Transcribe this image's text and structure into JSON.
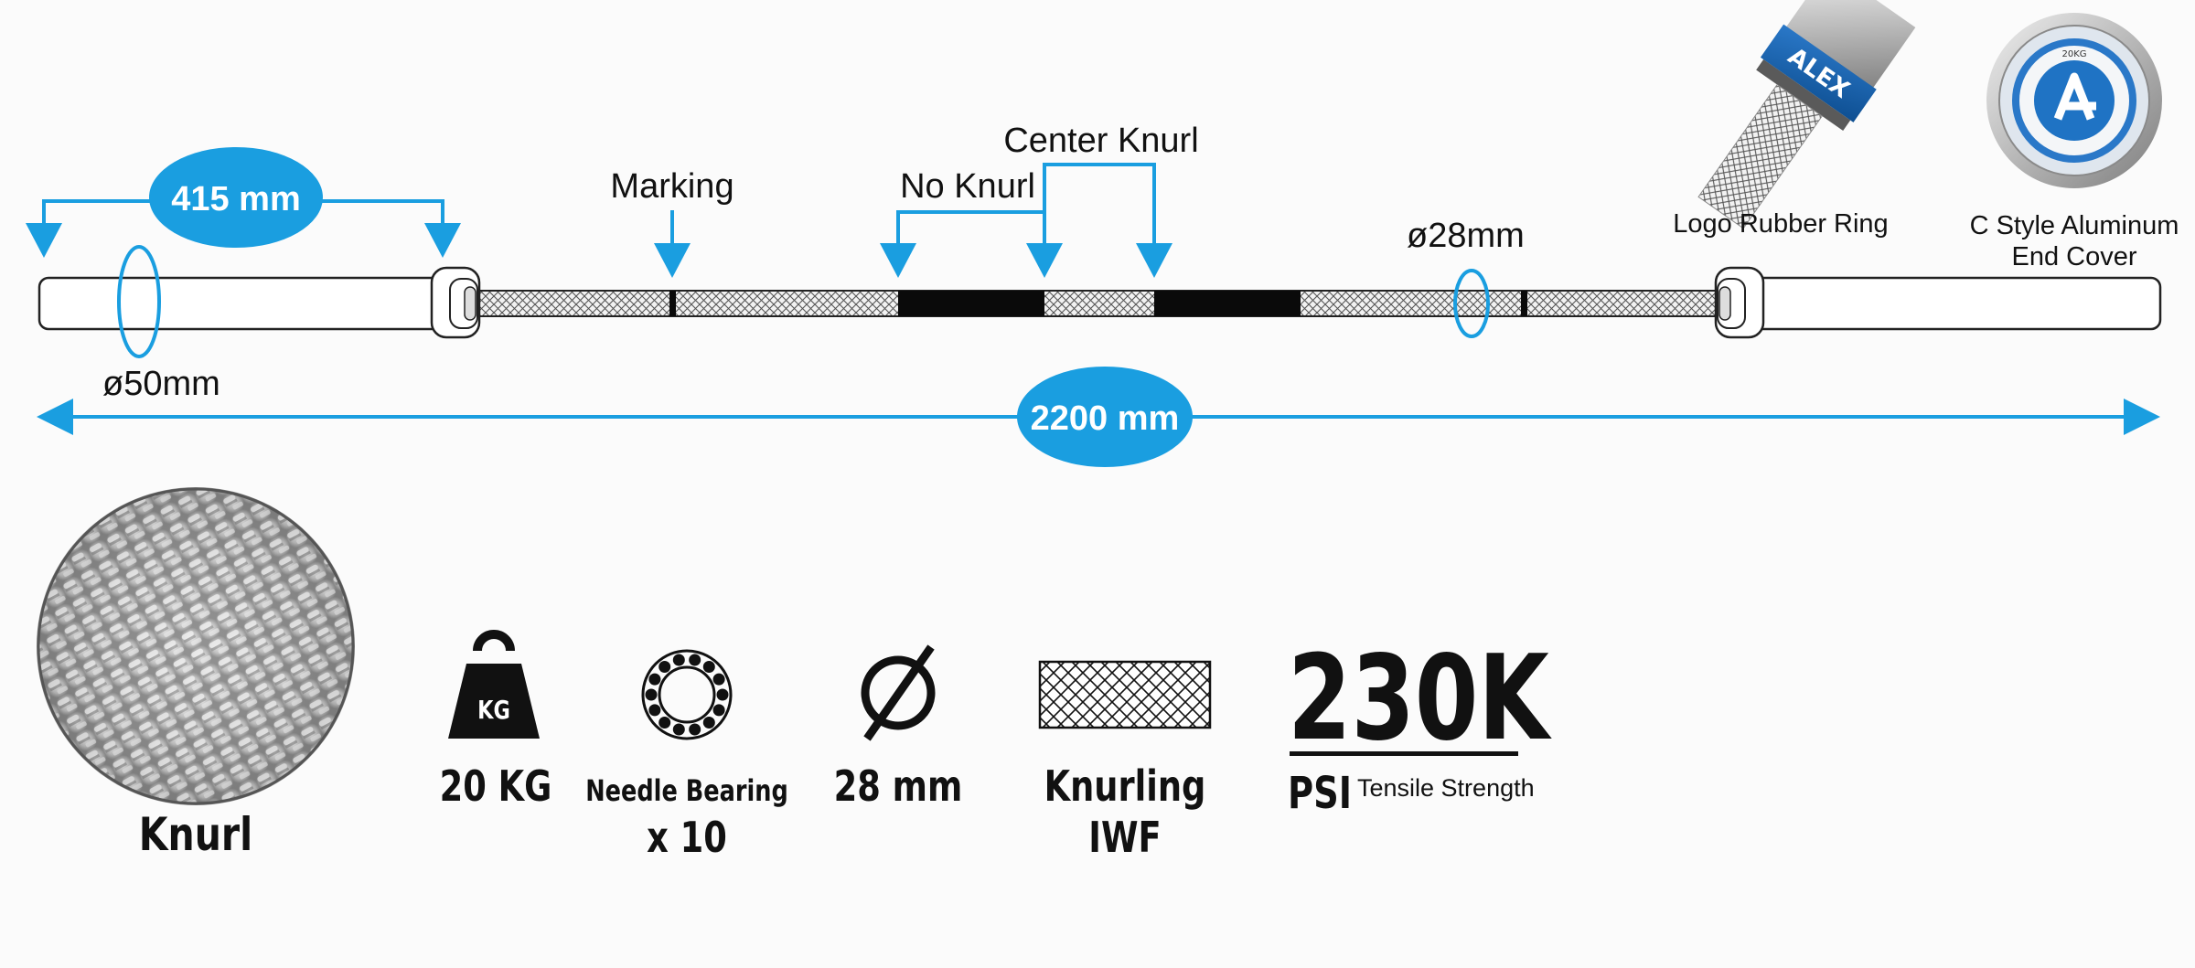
{
  "colors": {
    "accent": "#1a9ee0",
    "bar_outline": "#222222",
    "knurl_fill": "#cfcfcf",
    "no_knurl_fill": "#0a0a0a"
  },
  "dimensions": {
    "sleeve_knurl_span": "415 mm",
    "overall_length": "2200 mm",
    "sleeve_diameter": "ø50mm",
    "shaft_diameter": "ø28mm"
  },
  "callouts": {
    "marking": "Marking",
    "no_knurl": "No Knurl",
    "center_knurl": "Center Knurl"
  },
  "parts": {
    "logo_ring": {
      "caption": "Logo Rubber Ring",
      "brand_text": "ALEX"
    },
    "end_cover": {
      "caption_line1": "C Style Aluminum",
      "caption_line2": "End Cover",
      "cap_text": "20KG"
    }
  },
  "knurl_sample": {
    "caption": "Knurl"
  },
  "specs": [
    {
      "icon": "kettlebell-icon",
      "icon_text": "KG",
      "line1": "20 KG",
      "line2": ""
    },
    {
      "icon": "bearing-icon",
      "icon_text": "",
      "line1": "Needle Bearing",
      "line2": "x 10"
    },
    {
      "icon": "diameter-icon",
      "icon_text": "",
      "line1": "28 mm",
      "line2": ""
    },
    {
      "icon": "knurl-pattern-icon",
      "icon_text": "",
      "line1": "Knurling",
      "line2": "IWF"
    }
  ],
  "tensile": {
    "value": "230K",
    "unit": "PSI",
    "label": "Tensile Strength"
  }
}
